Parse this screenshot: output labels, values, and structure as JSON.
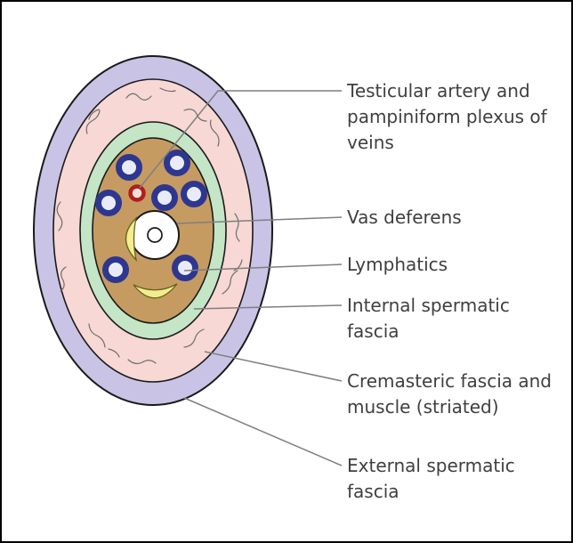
{
  "labels": [
    {
      "lines": [
        "Testicular artery and",
        "pampiniform plexus of",
        "veins"
      ]
    },
    {
      "lines": [
        "Vas deferens"
      ]
    },
    {
      "lines": [
        "Lymphatics"
      ]
    },
    {
      "lines": [
        "Internal spermatic",
        "fascia"
      ]
    },
    {
      "lines": [
        "Cremasteric fascia and",
        "muscle (striated)"
      ]
    },
    {
      "lines": [
        "External spermatic",
        "fascia"
      ]
    }
  ],
  "colors": {
    "external_spermatic_fascia": "#c9c3e6",
    "cremasteric_layer": "#f7d8d4",
    "internal_spermatic_fascia": "#c4e5c6",
    "cord_interior": "#c69b62",
    "vein": "#2e3790",
    "artery": "#b21d1d",
    "lymphatic": "#f3ed8d",
    "vas_deferens": "#ffffff",
    "leader_line": "#7f7f7f",
    "outline": "#1a1a1a",
    "label_text": "#3f3f3f"
  }
}
